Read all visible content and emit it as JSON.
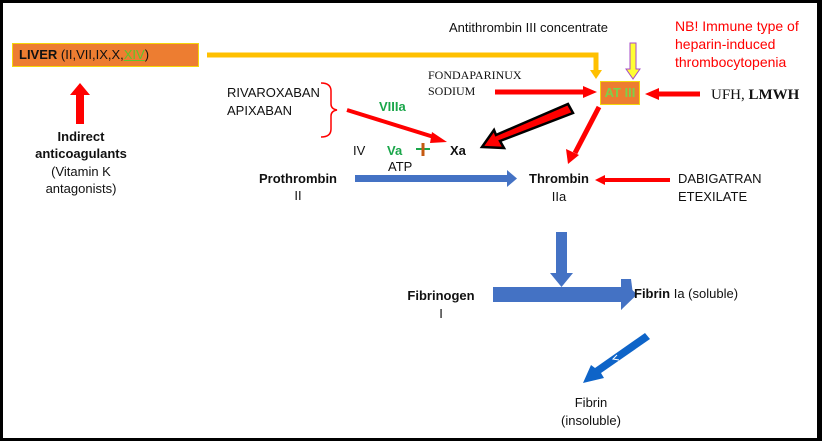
{
  "liver": {
    "label": "LIVER",
    "factors_prefix": " (II,VII,IX,X,",
    "factor_highlight": "XIV",
    "factors_suffix": ")"
  },
  "indirect": {
    "title_line1": "Indirect",
    "title_line2": "anticoagulants",
    "sub_line1": "(Vitamin K",
    "sub_line2": "antagonists)"
  },
  "antithrombin_concentrate": "Antithrombin III concentrate",
  "note": {
    "line1": "NB! Immune type of",
    "line2": "heparin-induced",
    "line3": "thrombocytopenia"
  },
  "fondaparinux": {
    "line1": "FONDAPARINUX",
    "line2": "SODIUM"
  },
  "at3": "AT III",
  "heparins": {
    "ufh": "UFH, ",
    "lmwh": "LMWH"
  },
  "xa_inhibitors": {
    "line1": "RIVAROXABAN",
    "line2": "APIXABAN"
  },
  "cofactors": {
    "viiia": "VIIIa",
    "iv": "IV",
    "va": "Va",
    "atp": "ATP"
  },
  "xa": "Xa",
  "prothrombin": {
    "name": "Prothrombin",
    "numeral": "II"
  },
  "thrombin": {
    "name": "Thrombin",
    "numeral": "IIa"
  },
  "dabigatran": {
    "line1": "DABIGATRAN",
    "line2": "ETEXILATE"
  },
  "fibrinogen": {
    "name": "Fibrinogen",
    "numeral": "I"
  },
  "fibrin_soluble": {
    "name": "Fibrin",
    "rest": " Ia (soluble)"
  },
  "fibrin_insoluble": {
    "line1": "Fibrin",
    "line2": "(insoluble)"
  },
  "colors": {
    "liver_box": "#ed7d31",
    "inhibitor_arrow": "#ff0000",
    "pathway_arrow": "#4472c4",
    "liver_line": "#ffc000",
    "note_text": "#ff0000",
    "cofactor_text": "#1aa64a"
  }
}
